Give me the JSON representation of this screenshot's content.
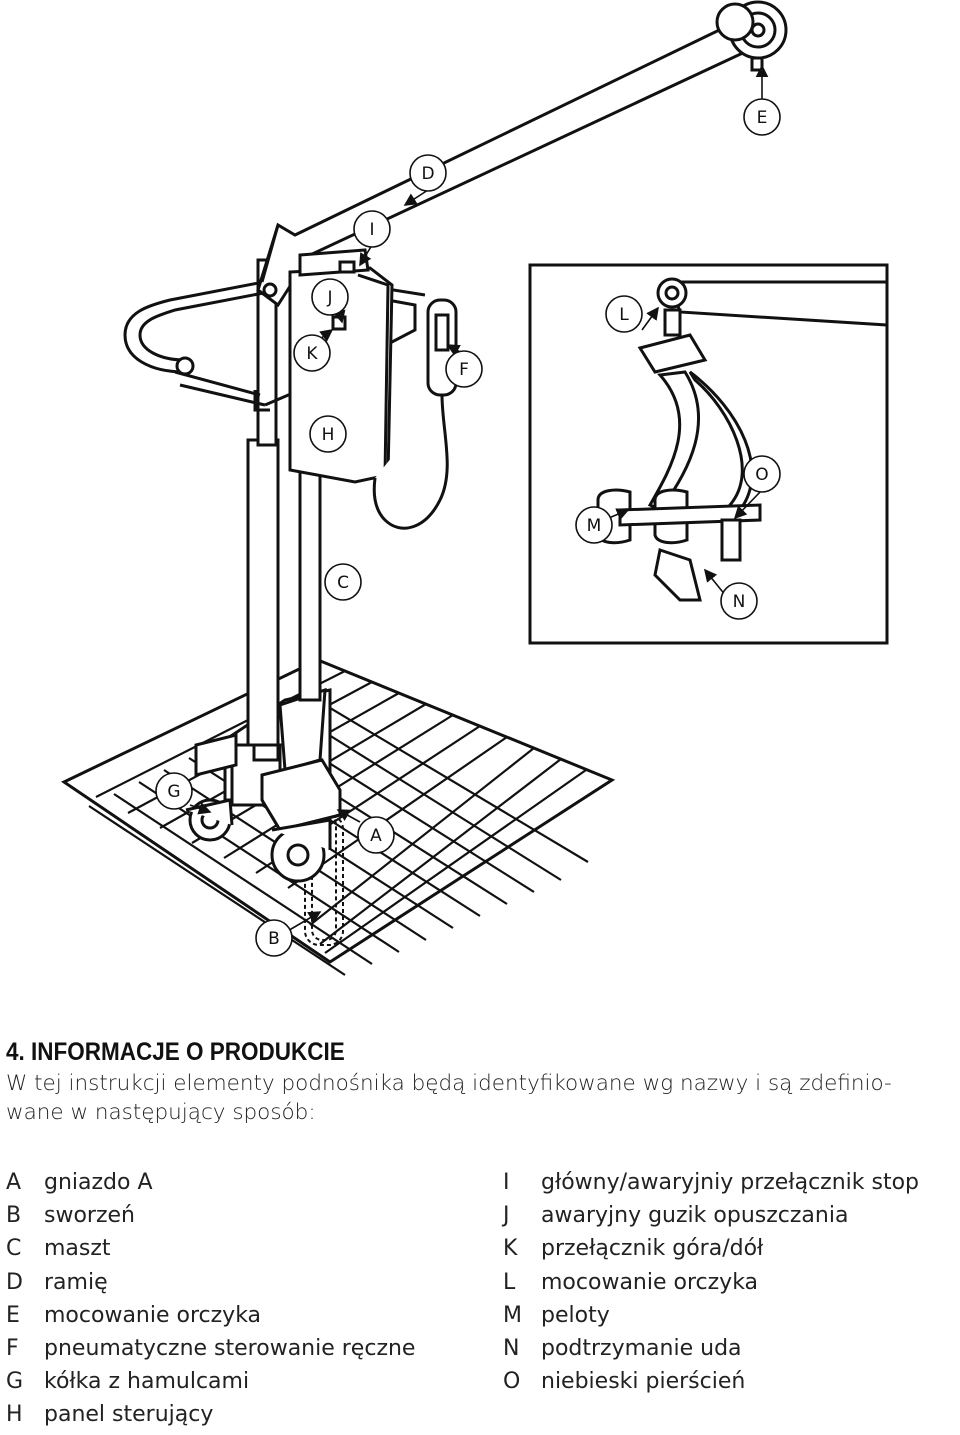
{
  "heading": "4. INFORMACJE O PRODUKCIE",
  "intro": {
    "line1": "W tej instrukcji elementy podnośnika będą identyfikowane wg nazwy i są zdefinio-",
    "line2": "wane w następujący sposób:"
  },
  "legend_left": [
    {
      "letter": "A",
      "text": "gniazdo A"
    },
    {
      "letter": "B",
      "text": "sworzeń"
    },
    {
      "letter": "C",
      "text": "maszt"
    },
    {
      "letter": "D",
      "text": "ramię"
    },
    {
      "letter": "E",
      "text": "mocowanie orczyka"
    },
    {
      "letter": "F",
      "text": "pneumatyczne sterowanie ręczne"
    },
    {
      "letter": "G",
      "text": "kółka z hamulcami"
    },
    {
      "letter": "H",
      "text": "panel sterujący"
    }
  ],
  "legend_right": [
    {
      "letter": "I",
      "text": "główny/awaryjniy przełącznik stop"
    },
    {
      "letter": "J",
      "text": "awaryjny guzik opuszczania"
    },
    {
      "letter": "K",
      "text": "przełącznik góra/dół"
    },
    {
      "letter": "L",
      "text": "mocowanie orczyka"
    },
    {
      "letter": "M",
      "text": "peloty"
    },
    {
      "letter": "N",
      "text": "podtrzymanie uda"
    },
    {
      "letter": "O",
      "text": "niebieski pierścień"
    }
  ],
  "callouts": {
    "A": "A",
    "B": "B",
    "C": "C",
    "D": "D",
    "E": "E",
    "F": "F",
    "G": "G",
    "H": "H",
    "I": "I",
    "J": "J",
    "K": "K",
    "L": "L",
    "M": "M",
    "N": "N",
    "O": "O"
  }
}
